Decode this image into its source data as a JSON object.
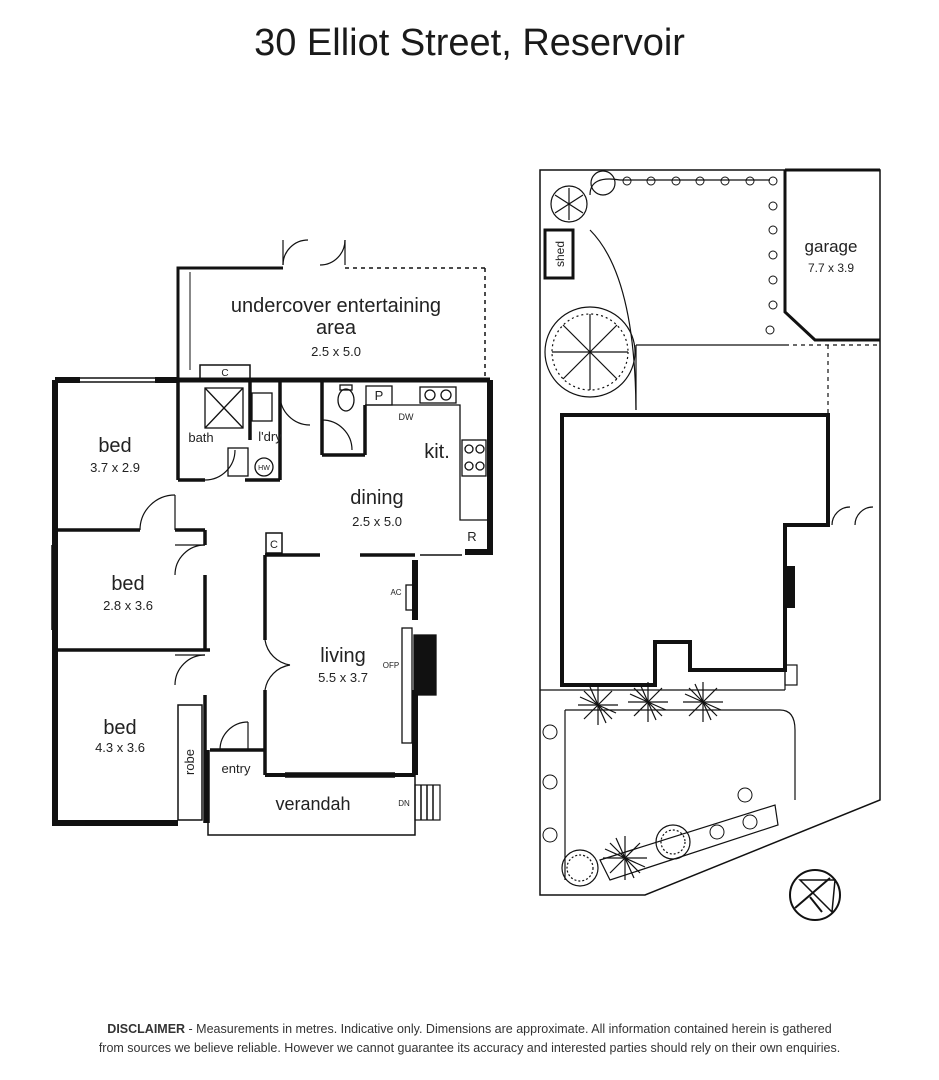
{
  "title": "30 Elliot Street, Reservoir",
  "rooms": {
    "entertaining": {
      "name_line1": "undercover entertaining",
      "name_line2": "area",
      "dims": "2.5 x 5.0"
    },
    "bed1": {
      "name": "bed",
      "dims": "3.7 x 2.9"
    },
    "bed2": {
      "name": "bed",
      "dims": "2.8 x 3.6"
    },
    "bed3": {
      "name": "bed",
      "dims": "4.3 x 3.6"
    },
    "bath": {
      "name": "bath"
    },
    "laundry": {
      "name": "l'dry"
    },
    "kitchen": {
      "name": "kit."
    },
    "dining": {
      "name": "dining",
      "dims": "2.5 x 5.0"
    },
    "living": {
      "name": "living",
      "dims": "5.5 x 3.7"
    },
    "entry": {
      "name": "entry"
    },
    "verandah": {
      "name": "verandah"
    },
    "robe": {
      "name": "robe"
    },
    "garage": {
      "name": "garage",
      "dims": "7.7 x 3.9"
    },
    "shed": {
      "name": "shed"
    }
  },
  "fixtures": {
    "cupboard1": "C",
    "cupboard2": "C",
    "pantry": "P",
    "dishwasher": "DW",
    "refrigerator": "R",
    "hot_water": "HW",
    "air_con": "AC",
    "fireplace": "OFP",
    "stairs_down": "DN"
  },
  "disclaimer": {
    "bold": "DISCLAIMER",
    "line1": " - Measurements in metres. Indicative only. Dimensions are approximate. All information contained herein is gathered",
    "line2": "from sources we believe reliable. However we cannot guarantee its accuracy and interested parties should rely on their own enquiries."
  }
}
